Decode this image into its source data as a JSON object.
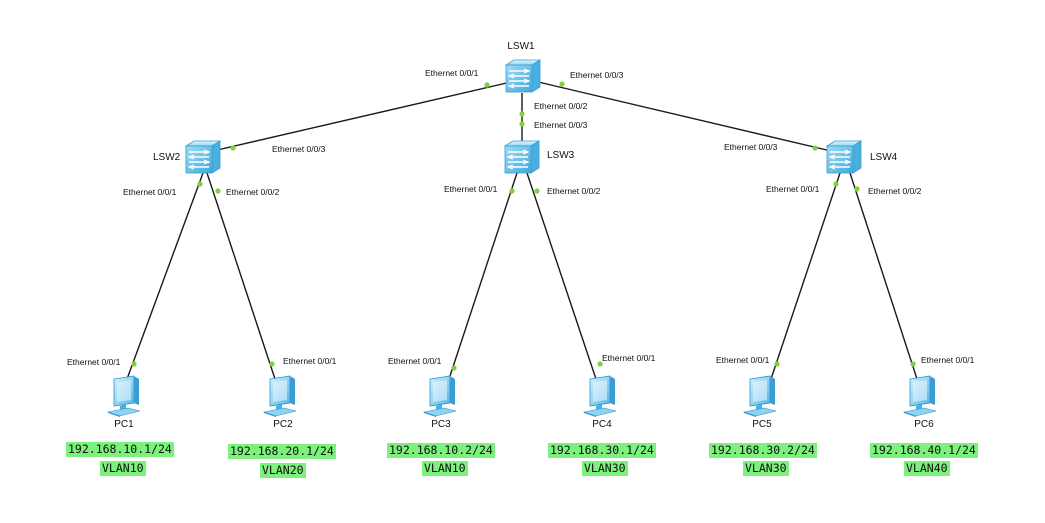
{
  "switches": [
    {
      "id": "lsw1",
      "label": "LSW1"
    },
    {
      "id": "lsw2",
      "label": "LSW2"
    },
    {
      "id": "lsw3",
      "label": "LSW3"
    },
    {
      "id": "lsw4",
      "label": "LSW4"
    }
  ],
  "pcs": [
    {
      "id": "pc1",
      "label": "PC1",
      "ip": "192.168.10.1/24",
      "vlan": "VLAN10"
    },
    {
      "id": "pc2",
      "label": "PC2",
      "ip": "192.168.20.1/24",
      "vlan": "VLAN20"
    },
    {
      "id": "pc3",
      "label": "PC3",
      "ip": "192.168.10.2/24",
      "vlan": "VLAN10"
    },
    {
      "id": "pc4",
      "label": "PC4",
      "ip": "192.168.30.1/24",
      "vlan": "VLAN30"
    },
    {
      "id": "pc5",
      "label": "PC5",
      "ip": "192.168.30.2/24",
      "vlan": "VLAN30"
    },
    {
      "id": "pc6",
      "label": "PC6",
      "ip": "192.168.40.1/24",
      "vlan": "VLAN40"
    }
  ],
  "links": [
    {
      "id": "lsw1-lsw2",
      "a_port": "Ethernet 0/0/1",
      "b_port": "Ethernet 0/0/3"
    },
    {
      "id": "lsw1-lsw3",
      "a_port": "Ethernet 0/0/2",
      "b_port": "Ethernet 0/0/3"
    },
    {
      "id": "lsw1-lsw4",
      "a_port": "Ethernet 0/0/3",
      "b_port": "Ethernet 0/0/3"
    },
    {
      "id": "lsw2-pc1",
      "a_port": "Ethernet 0/0/1",
      "b_port": "Ethernet 0/0/1"
    },
    {
      "id": "lsw2-pc2",
      "a_port": "Ethernet 0/0/2",
      "b_port": "Ethernet 0/0/1"
    },
    {
      "id": "lsw3-pc3",
      "a_port": "Ethernet 0/0/1",
      "b_port": "Ethernet 0/0/1"
    },
    {
      "id": "lsw3-pc4",
      "a_port": "Ethernet 0/0/2",
      "b_port": "Ethernet 0/0/1"
    },
    {
      "id": "lsw4-pc5",
      "a_port": "Ethernet 0/0/1",
      "b_port": "Ethernet 0/0/1"
    },
    {
      "id": "lsw4-pc6",
      "a_port": "Ethernet 0/0/2",
      "b_port": "Ethernet 0/0/1"
    }
  ],
  "colors": {
    "link": "#1a1a1a",
    "port_dot": "#7fd13b",
    "label_bg": "#7cf17c",
    "device_light": "#cfeffc",
    "device_mid": "#62c3ee",
    "device_dark": "#2e93cf"
  }
}
